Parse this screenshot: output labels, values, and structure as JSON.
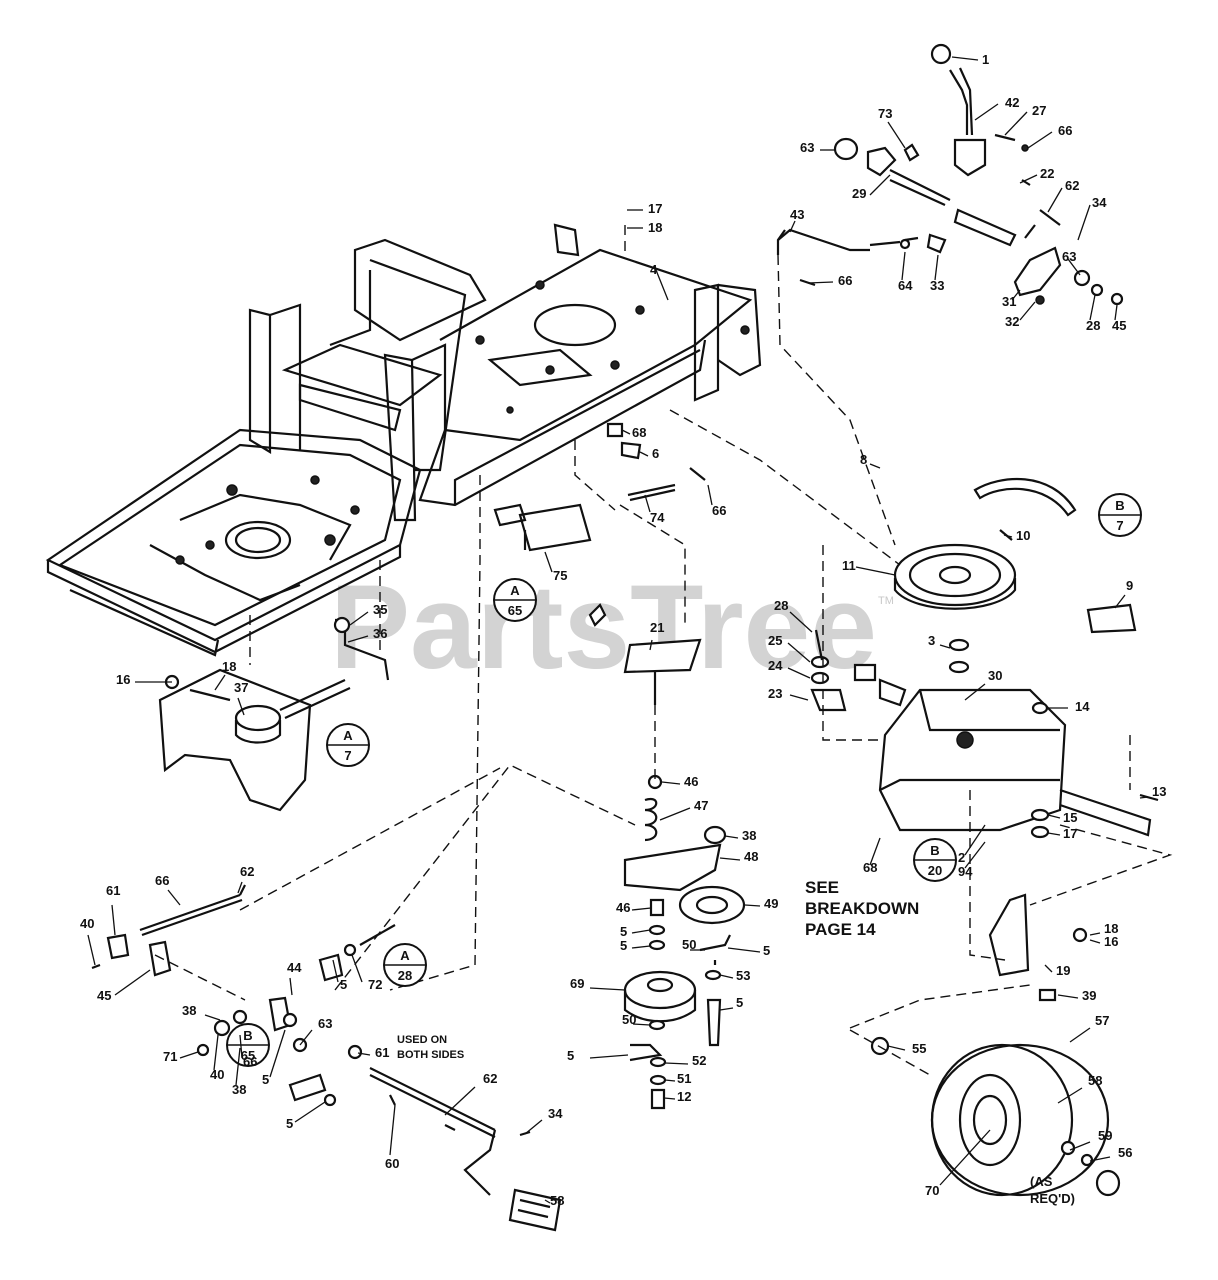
{
  "watermark": {
    "text": "PartsTree",
    "tm": "TM"
  },
  "notes": {
    "see_breakdown": [
      "SEE",
      "BREAKDOWN",
      "PAGE 14"
    ],
    "used_on": [
      "USED ON",
      "BOTH SIDES"
    ],
    "as_reqd": [
      "(AS",
      "REQ'D)"
    ]
  },
  "refs": [
    {
      "top": "B",
      "bottom": "7"
    },
    {
      "top": "A",
      "bottom": "65"
    },
    {
      "top": "A",
      "bottom": "7"
    },
    {
      "top": "B",
      "bottom": "20"
    },
    {
      "top": "A",
      "bottom": "28"
    },
    {
      "top": "B",
      "bottom": "65"
    }
  ],
  "callouts": [
    "1",
    "42",
    "27",
    "66",
    "73",
    "63",
    "22",
    "29",
    "62",
    "34",
    "17",
    "18",
    "43",
    "4",
    "66",
    "64",
    "33",
    "31",
    "63",
    "32",
    "28",
    "45",
    "8",
    "68",
    "6",
    "66",
    "74",
    "75",
    "10",
    "11",
    "9",
    "35",
    "36",
    "16",
    "18",
    "37",
    "21",
    "28",
    "25",
    "24",
    "23",
    "30",
    "3",
    "14",
    "13",
    "46",
    "47",
    "38",
    "48",
    "49",
    "46",
    "5",
    "5",
    "50",
    "5",
    "53",
    "69",
    "5",
    "50",
    "5",
    "52",
    "51",
    "12",
    "68",
    "2",
    "94",
    "15",
    "17",
    "18",
    "16",
    "19",
    "39",
    "61",
    "66",
    "62",
    "40",
    "45",
    "44",
    "5",
    "72",
    "38",
    "71",
    "40",
    "66",
    "38",
    "5",
    "63",
    "5",
    "61",
    "62",
    "34",
    "60",
    "58",
    "55",
    "57",
    "58",
    "59",
    "56",
    "70"
  ]
}
